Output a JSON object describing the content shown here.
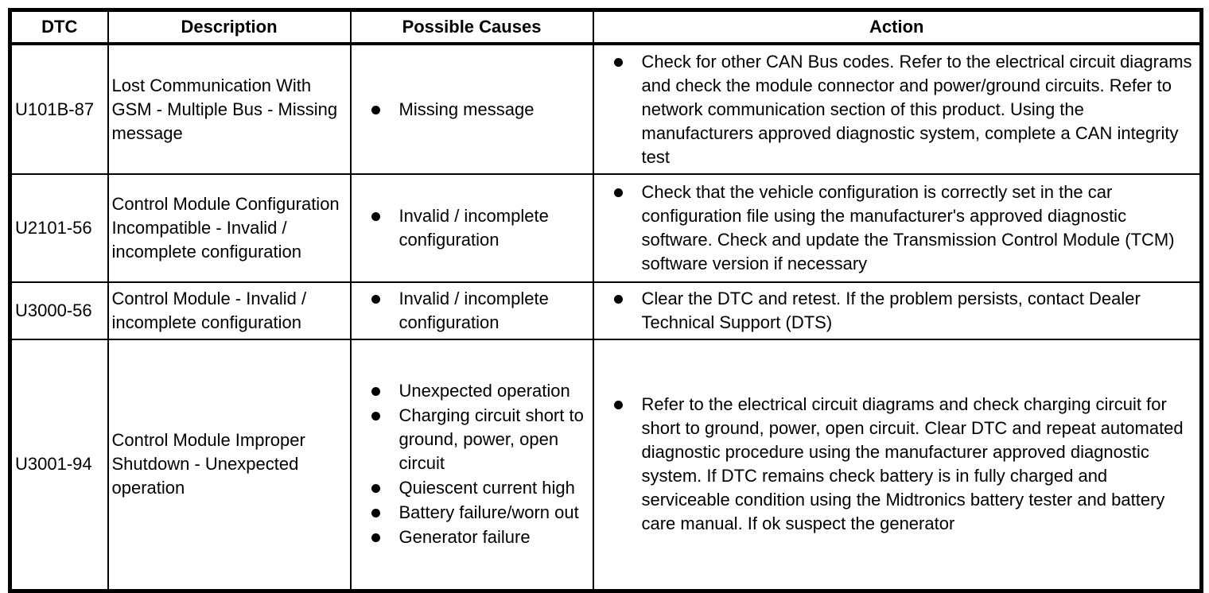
{
  "icons": {
    "bullet": "filled-circle"
  },
  "table": {
    "headers": {
      "dtc": "DTC",
      "description": "Description",
      "causes": "Possible Causes",
      "action": "Action"
    },
    "rows": [
      {
        "dtc": "U101B-87",
        "description": "Lost Communication With GSM - Multiple Bus - Missing message",
        "causes": [
          "Missing message"
        ],
        "actions": [
          "Check for other CAN Bus codes. Refer to the electrical circuit diagrams and check the module connector and power/ground circuits. Refer to network communication section of this product. Using the manufacturers approved diagnostic system, complete a CAN integrity test"
        ]
      },
      {
        "dtc": "U2101-56",
        "description": "Control Module Configuration Incompatible - Invalid / incomplete configuration",
        "causes": [
          "Invalid / incomplete configuration"
        ],
        "actions": [
          "Check that the vehicle configuration is correctly set in the car configuration file using the manufacturer's approved diagnostic software. Check and update the Transmission Control Module (TCM) software version if necessary"
        ]
      },
      {
        "dtc": "U3000-56",
        "description": "Control Module - Invalid / incomplete configuration",
        "causes": [
          "Invalid / incomplete configuration"
        ],
        "actions": [
          "Clear the DTC and retest. If the problem persists, contact Dealer Technical Support (DTS)"
        ]
      },
      {
        "dtc": "U3001-94",
        "description": "Control Module Improper Shutdown - Unexpected operation",
        "causes": [
          "Unexpected operation",
          "Charging circuit short to ground, power, open circuit",
          "Quiescent current high",
          "Battery failure/worn out",
          "Generator failure"
        ],
        "actions": [
          "Refer to the electrical circuit diagrams and check charging circuit for short to ground, power, open circuit. Clear DTC and repeat automated diagnostic procedure using the manufacturer approved diagnostic system. If DTC remains check battery is in fully charged and serviceable condition using the Midtronics battery tester and battery care manual. If ok suspect the generator"
        ]
      }
    ]
  }
}
